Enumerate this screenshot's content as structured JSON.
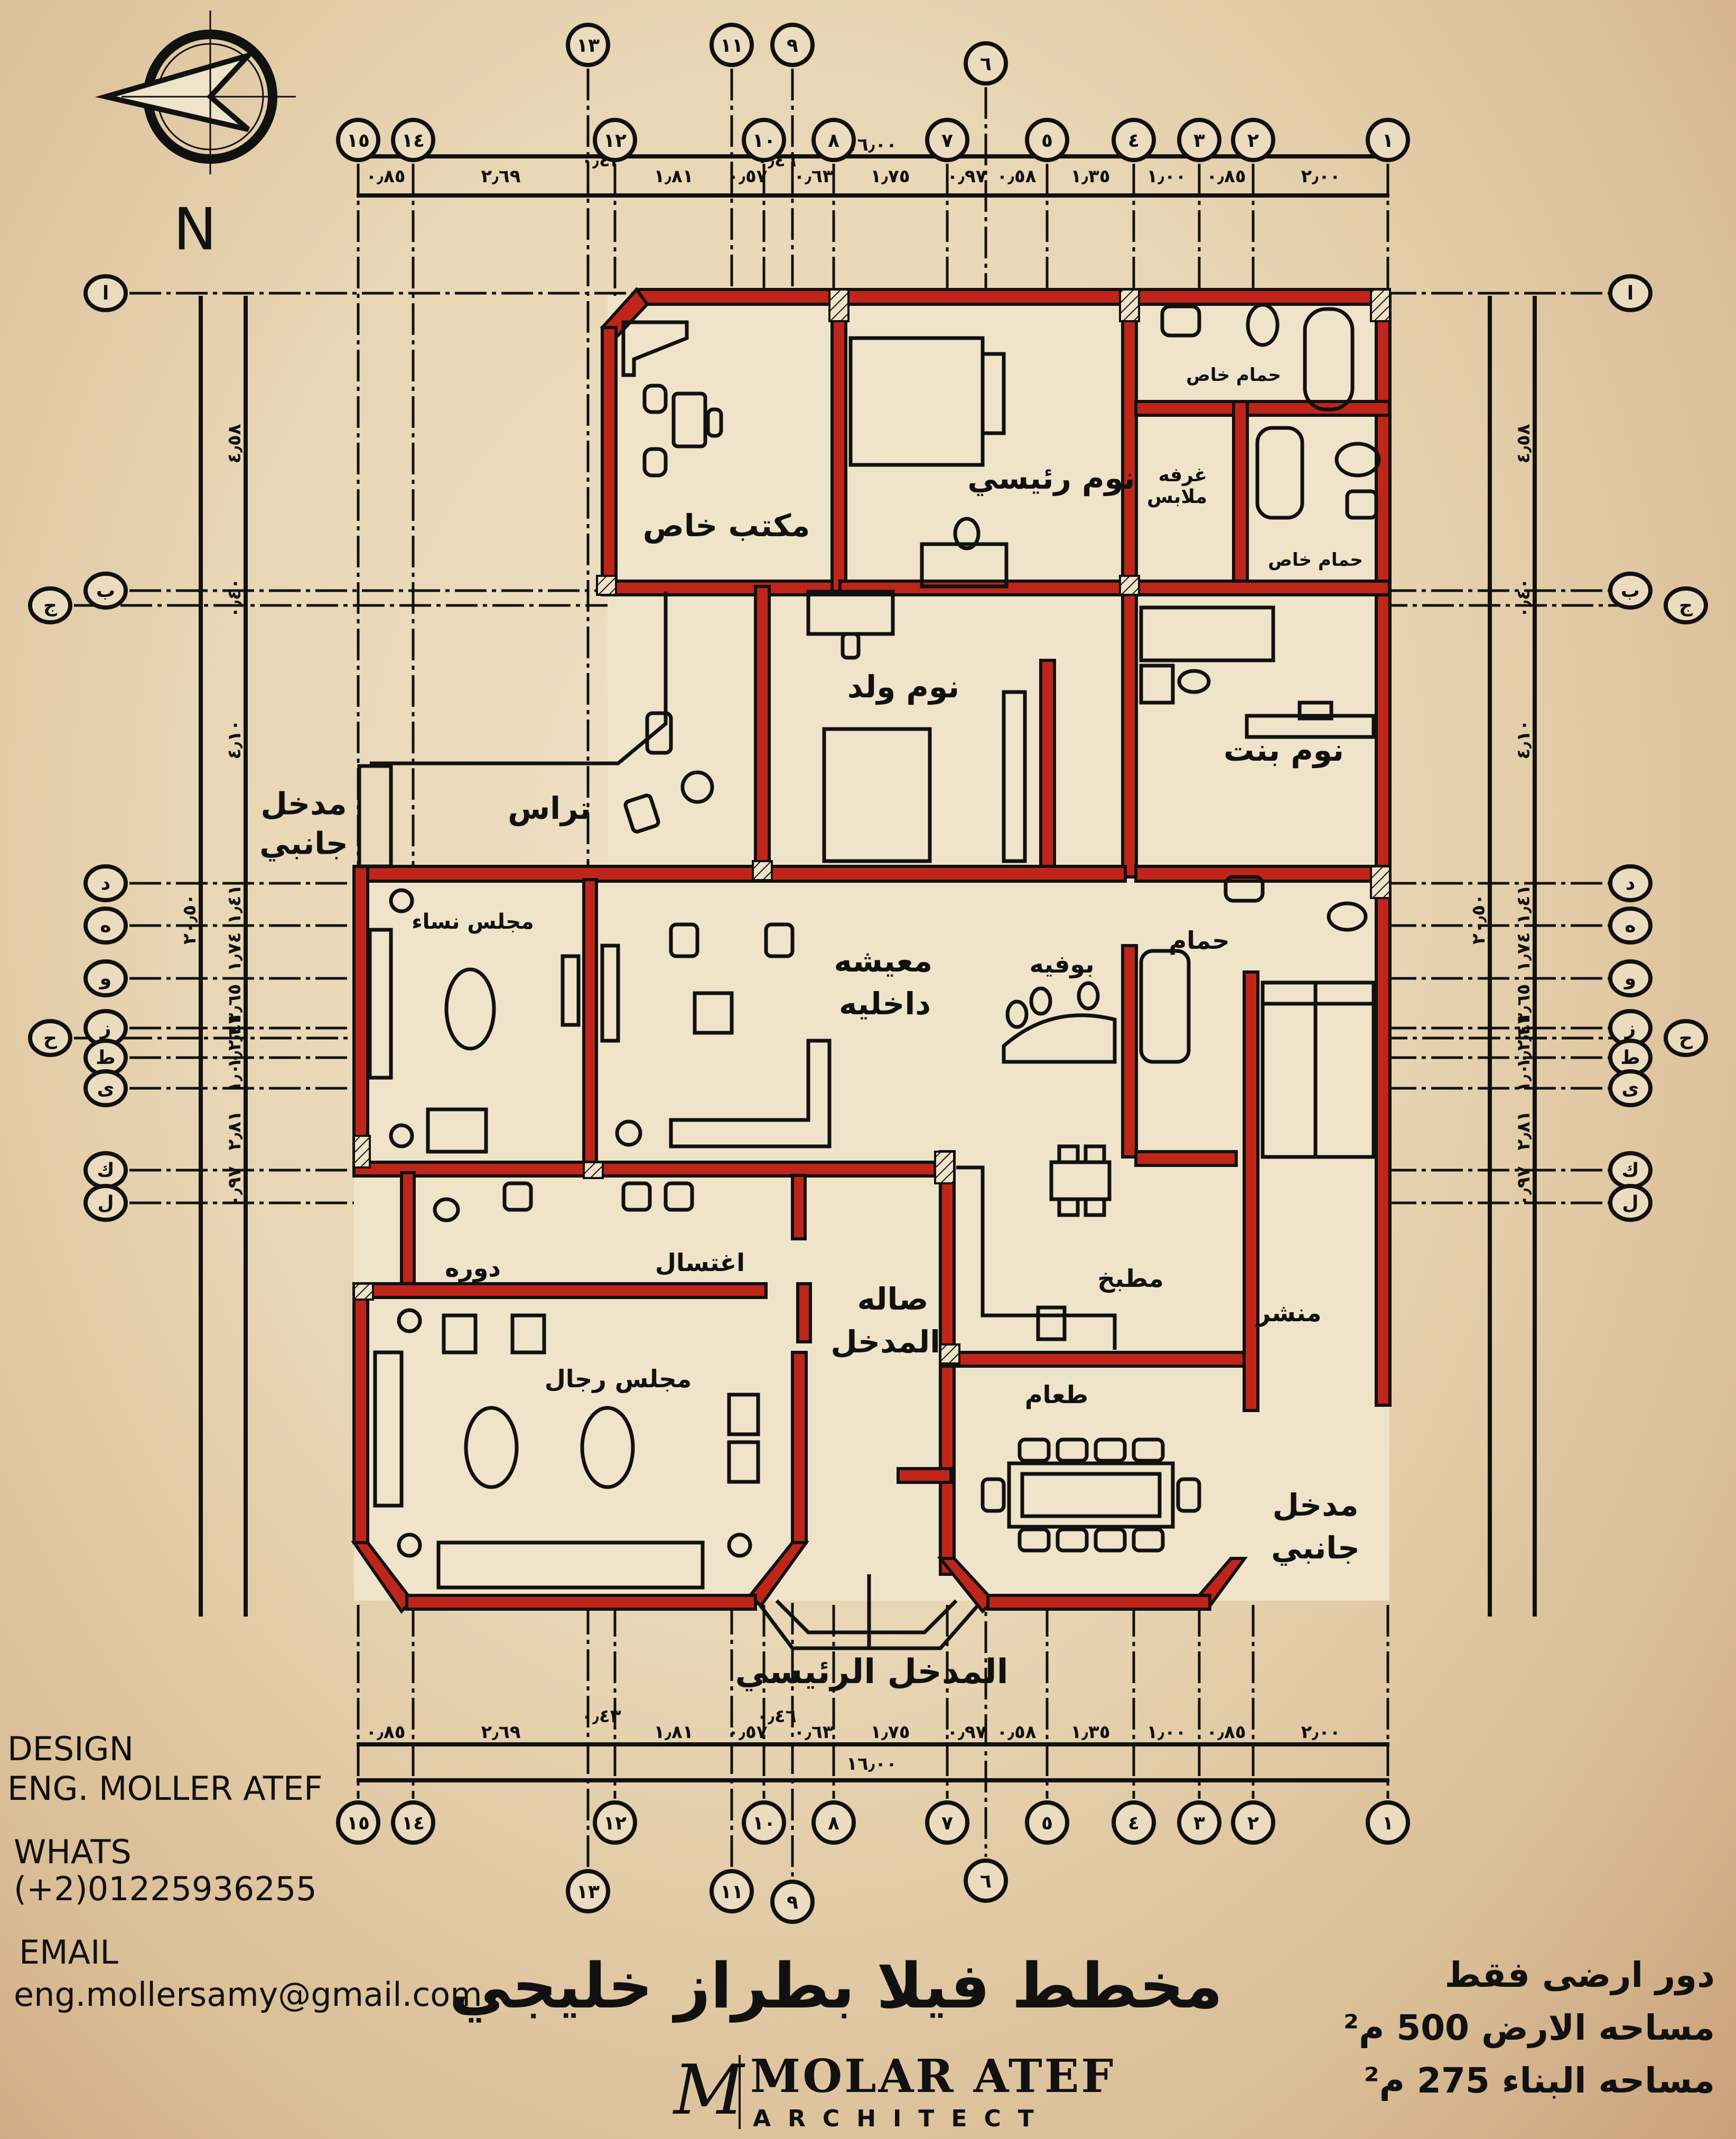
{
  "title": "مخطط فيلا بطراز خليجي",
  "colors": {
    "wall": "#c0251a",
    "ink": "#111111",
    "paper": "#ecdcbf"
  },
  "north": {
    "label": "N",
    "icon": "north-arrow-icon"
  },
  "rooms": [
    {
      "id": "private-office",
      "label": "مكتب خاص"
    },
    {
      "id": "master-bedroom",
      "label": "نوم رئيسي"
    },
    {
      "id": "private-bath-1",
      "label": "حمام خاص"
    },
    {
      "id": "dressing-room",
      "label": "غرفه ملابس"
    },
    {
      "id": "private-bath-2",
      "label": "حمام خاص"
    },
    {
      "id": "boy-bedroom",
      "label": "نوم ولد"
    },
    {
      "id": "girl-bedroom",
      "label": "نوم بنت"
    },
    {
      "id": "terrace",
      "label": "تراس"
    },
    {
      "id": "side-entrance-west",
      "label": "مدخل جانبي"
    },
    {
      "id": "women-majlis",
      "label": "مجلس نساء"
    },
    {
      "id": "family-living",
      "label": "معيشه داخليه"
    },
    {
      "id": "buffet",
      "label": "بوفيه"
    },
    {
      "id": "bath",
      "label": "حمام"
    },
    {
      "id": "wc",
      "label": "دوره"
    },
    {
      "id": "wash",
      "label": "اغتسال"
    },
    {
      "id": "entrance-hall",
      "label": "صاله المدخل"
    },
    {
      "id": "kitchen",
      "label": "مطبخ"
    },
    {
      "id": "laundry",
      "label": "منشر"
    },
    {
      "id": "men-majlis",
      "label": "مجلس رجال"
    },
    {
      "id": "dining",
      "label": "طعام"
    },
    {
      "id": "side-entrance-east",
      "label": "مدخل جانبي"
    },
    {
      "id": "main-entrance",
      "label": "المدخل الرئيسي"
    }
  ],
  "grid": {
    "vertical_axes": [
      "١٥",
      "١٤",
      "١٣",
      "١٢",
      "١١",
      "١٠",
      "٩",
      "٨",
      "٧",
      "٦",
      "٥",
      "٤",
      "٣",
      "٢",
      "١"
    ],
    "horizontal_axes": [
      "ا",
      "ب",
      "ج",
      "د",
      "ه",
      "و",
      "ز",
      "ح",
      "ط",
      "ى",
      "ك",
      "ل"
    ],
    "top_dims": [
      "٠٫٨٥",
      "٢٫٦٩",
      "٠٫٤٣",
      "١٫٨١",
      "٠٫٥٧",
      "٠٫٤٦",
      "٠٫٦٣",
      "١٫٧٥",
      "٠٫٩٧",
      "٠٫٥٨",
      "١٫٣٥",
      "١٫٠٠",
      "٠٫٨٥",
      "٢٫٠٠"
    ],
    "top_total": "١٦٫٠٠",
    "side_dims": [
      "٤٫٥٨",
      "٠٫٤٠",
      "٤٫١٠",
      "١٫٤١",
      "١٫٧٤",
      "١٫٦٥",
      "٠٫٤٣",
      "١٫٢٦",
      "١٫٠٠",
      "٢٫٨١",
      "٠٫٩٧"
    ],
    "side_total": "٢٠٫٥٠"
  },
  "designer": {
    "design_label": "DESIGN",
    "name": "ENG. MOLLER ATEF",
    "whats_label": "WHATS",
    "phone": "(+2)01225936255",
    "email_label": "EMAIL",
    "email": "eng.mollersamy@gmail.com"
  },
  "logo": {
    "mark": "M",
    "name": "MOLAR ATEF",
    "subtitle": "ARCHITECT"
  },
  "areas": {
    "floor": "دور ارضى فقط",
    "land": "مساحه الارض  500 م²",
    "building": "مساحه البناء   275 م²"
  }
}
